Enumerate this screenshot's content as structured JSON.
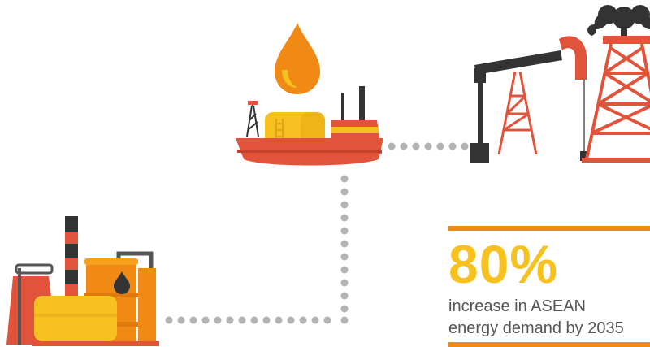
{
  "colors": {
    "orange": "#f08a14",
    "yellow": "#f7c21f",
    "red": "#e2533b",
    "dark": "#333333",
    "gray": "#b3b3b3",
    "text": "#555555"
  },
  "icons": {
    "drop": "oil-drop-icon",
    "tanker": "oil-tanker-ship-icon",
    "rig": "oil-pump-jack-and-derrick-icon",
    "plant": "refinery-factory-icon"
  },
  "stat": {
    "value": "80%",
    "caption_line1": "increase in ASEAN",
    "caption_line2": "energy demand by 2035"
  }
}
